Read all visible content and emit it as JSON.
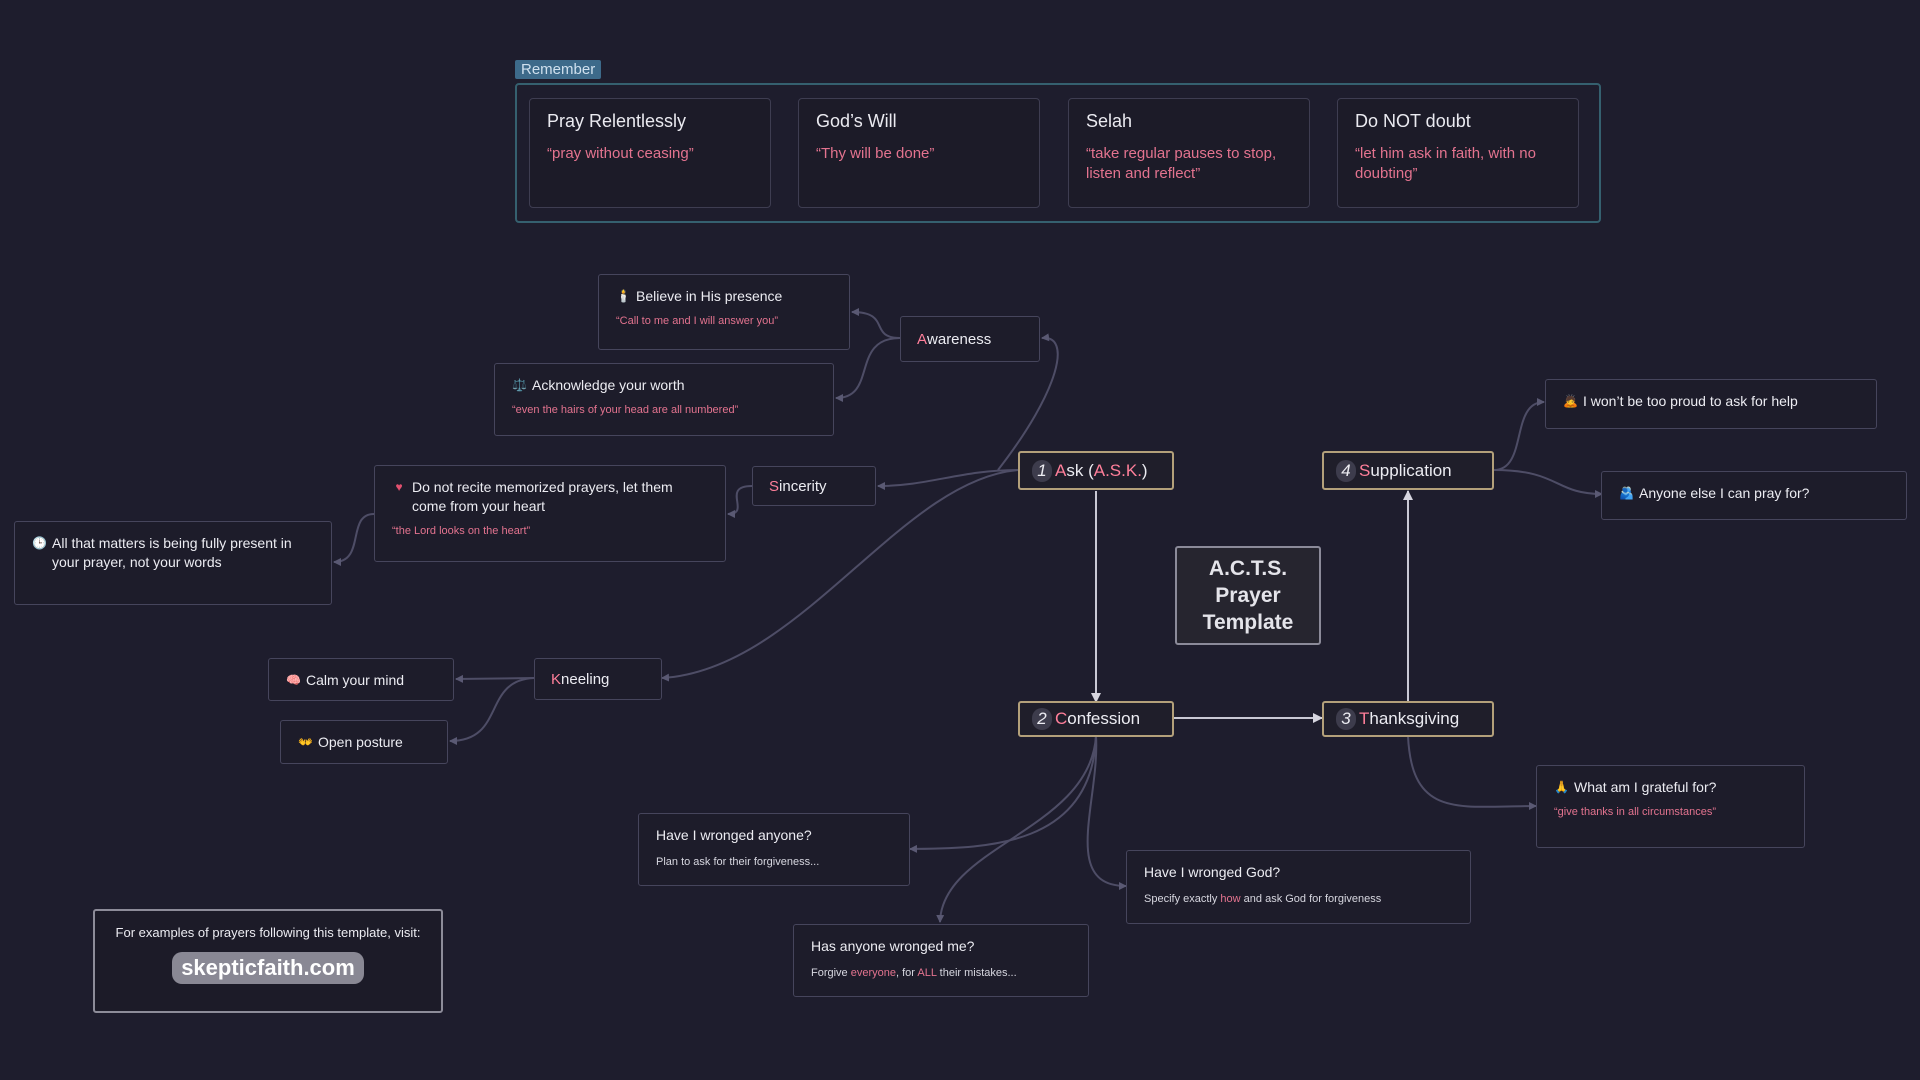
{
  "remember": {
    "tag": "Remember",
    "cards": [
      {
        "title": "Pray Relentlessly",
        "quote": "“pray without ceasing”"
      },
      {
        "title": "God’s Will",
        "quote": "“Thy will be done”"
      },
      {
        "title": "Selah",
        "quote": "“take regular pauses to stop, listen and reflect”"
      },
      {
        "title": "Do NOT doubt",
        "quote": "“let him ask in faith, with no doubting”"
      }
    ]
  },
  "center_title": "A.C.T.S. Prayer Template",
  "steps": {
    "ask": {
      "num": "1",
      "first": "A",
      "rest": "sk (",
      "accent": "A.S.K.",
      "close": ")"
    },
    "confession": {
      "num": "2",
      "first": "C",
      "rest": "onfession"
    },
    "thanksgiving": {
      "num": "3",
      "first": "T",
      "rest": "hanksgiving"
    },
    "supplication": {
      "num": "4",
      "first": "S",
      "rest": "upplication"
    }
  },
  "branches": {
    "awareness": {
      "first": "A",
      "rest": "wareness"
    },
    "sincerity": {
      "first": "S",
      "rest": "incerity"
    },
    "kneeling": {
      "first": "K",
      "rest": "neeling"
    }
  },
  "notes": {
    "believe": {
      "icon": "candle-icon",
      "glyph": "🕯️",
      "title": "Believe in His presence",
      "quote": "“Call to me and I will answer you”"
    },
    "worth": {
      "icon": "scales-icon",
      "glyph": "⚖️",
      "title": "Acknowledge your worth",
      "quote": "“even the hairs of your head are all numbered”"
    },
    "heart": {
      "icon": "heart-icon",
      "glyph": "♥",
      "title": "Do not recite memorized prayers, let them come from your heart",
      "quote": "“the Lord looks on the heart”"
    },
    "present": {
      "icon": "clock-icon",
      "glyph": "🕒",
      "title": "All that matters is being fully present in your prayer, not your words"
    },
    "calm": {
      "icon": "brain-icon",
      "glyph": "🧠",
      "title": "Calm your mind"
    },
    "posture": {
      "icon": "open-hands-icon",
      "glyph": "👐",
      "title": "Open posture"
    },
    "wronged_anyone": {
      "title": "Have I wronged anyone?",
      "sub": "Plan to ask for their forgiveness..."
    },
    "wronged_god": {
      "title": "Have I wronged God?",
      "sub_a": "Specify exactly ",
      "sub_accent": "how",
      "sub_b": " and ask God for forgiveness"
    },
    "wronged_me": {
      "title": "Has anyone wronged me?",
      "sub_a": "Forgive ",
      "sub_accent1": "everyone",
      "sub_b": ", for ",
      "sub_accent2": "ALL",
      "sub_c": " their mistakes..."
    },
    "grateful": {
      "icon": "praying-person-icon",
      "glyph": "🙏",
      "title": "What am I grateful for?",
      "quote": "“give thanks in all circumstances”"
    },
    "proud": {
      "icon": "person-bowing-icon",
      "glyph": "🙇",
      "title": "I won’t be too proud to ask for help"
    },
    "pray_for": {
      "icon": "people-hugging-icon",
      "glyph": "🫂",
      "title": "Anyone else I can pray for?"
    }
  },
  "footer": {
    "text": "For examples of prayers following this template, visit:",
    "link": "skepticfaith.com"
  },
  "colors": {
    "background": "#1e1d2d",
    "accent_pink": "#e3738f",
    "step_border": "#b3a07a",
    "group_border": "#35606f",
    "edge": "#4e4d66",
    "edge_main": "#c9c8d4"
  }
}
